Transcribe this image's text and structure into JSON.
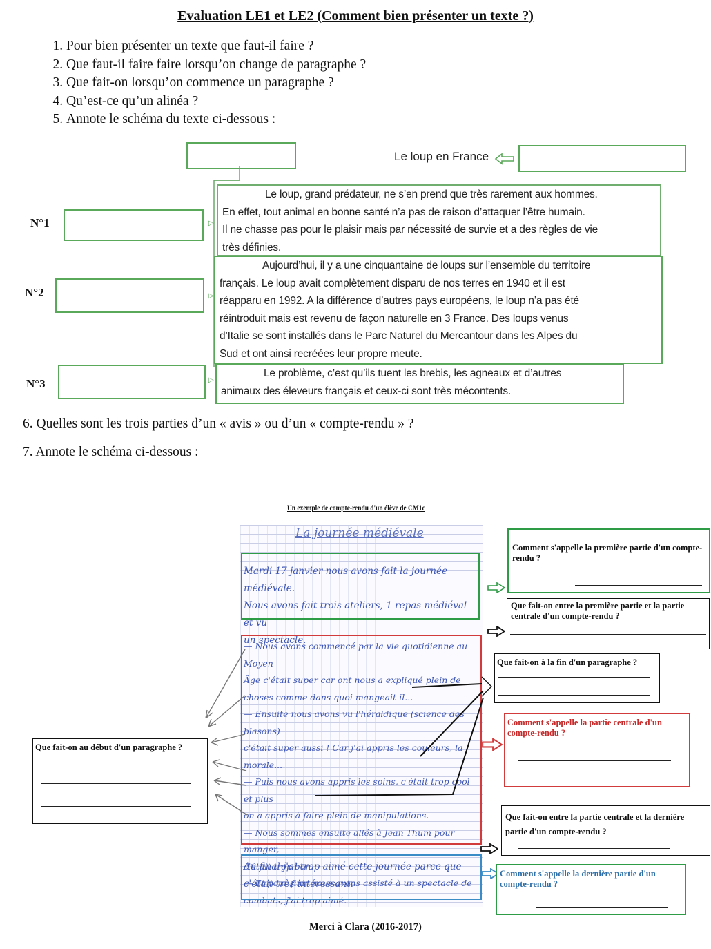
{
  "header": {
    "title": "Evaluation LE1 et LE2 (Comment bien présenter un texte ?)"
  },
  "questions": [
    "Pour bien présenter un texte que faut-il faire ?",
    "Que faut-il faire faire lorsqu’on change de paragraphe ?",
    "Que fait-on lorsqu’on commence un paragraphe ?",
    "Qu’est-ce qu’un alinéa ?",
    "Annote le schéma du texte ci-dessous :"
  ],
  "schema1": {
    "text_title": "Le loup en France",
    "paragraph_labels": [
      "N°1",
      "N°2",
      "N°3"
    ],
    "paragraphs": [
      {
        "first": "Le loup, grand prédateur, ne s’en prend que très rarement aux hommes.",
        "rest": [
          "En effet, tout animal en bonne santé n’a pas de raison d’attaquer l’être humain.",
          "Il ne chasse pas pour le plaisir mais par nécessité de survie et a des règles de vie",
          "très définies."
        ]
      },
      {
        "first": "Aujourd’hui, il y a une cinquantaine de loups sur l’ensemble du territoire",
        "rest": [
          "français. Le loup avait complètement disparu de nos terres en 1940 et il est",
          "réapparu en 1992. A la différence d’autres pays européens, le loup n’a pas été",
          "réintroduit mais est revenu de façon naturelle en 3 France. Des loups venus",
          "d’Italie se sont installés dans le Parc Naturel du Mercantour dans les Alpes du",
          "Sud et ont ainsi recréées leur propre meute."
        ]
      },
      {
        "first": "Le problème, c’est qu’ils tuent les brebis, les agneaux et d’autres",
        "rest": [
          "animaux des éleveurs français et ceux-ci sont très mécontents."
        ]
      }
    ]
  },
  "q6": "6. Quelles sont les trois parties d’un « avis » ou d’un « compte-rendu » ?",
  "q7": "7. Annote le schéma ci-dessous :",
  "schema2": {
    "caption": "Un exemple de compte-rendu d'un élève de CM1c",
    "hand_title": "La journée médiévale",
    "intro": [
      "Mardi 17 janvier nous avons fait la journée médiévale.",
      "Nous avons fait trois ateliers, 1 repas médiéval et vu",
      "un spectacle."
    ],
    "middle": [
      "— Nous avons commencé par la vie quotidienne au Moyen",
      "Âge c'était super car ont nous a expliqué plein de",
      "choses comme dans quoi mangeait-il...",
      "— Ensuite nous avons vu l'héraldique (science des blasons)",
      "c'était super aussi ! Car j'ai appris les couleurs, la morale...",
      "— Puis nous avons appris les soins, c'était trop cool et plus",
      "on a appris à faire plein de manipulations.",
      "— Nous sommes ensuite allés à Jean Thum pour manger,",
      "c'était trop bon.",
      "— Et pour finir nous avons assisté à un spectacle de",
      "combats, j'ai trop aimé."
    ],
    "conclusion": [
      "Au final j'ai trop aimé cette journée parce que",
      "c'était très intéressant."
    ],
    "q_first_part": "Comment s'appelle la première partie d'un compte-rendu ?",
    "q_between_first_central": "Que fait-on entre la première partie et la  partie centrale  d'un compte-rendu ?",
    "q_end_paragraph": "Que fait-on à la fin d'un paragraphe ?",
    "q_central_part": "Comment s'appelle la partie centrale d'un compte-rendu ?",
    "q_start_paragraph": "Que fait-on au début d'un paragraphe ?",
    "q_between_central_last": "Que fait-on entre la partie centrale et la dernière partie d'un compte-rendu ?",
    "q_last_part": "Comment s'appelle la dernière partie d'un compte-rendu ?",
    "credit": "Merci à Clara (2016-2017)"
  }
}
